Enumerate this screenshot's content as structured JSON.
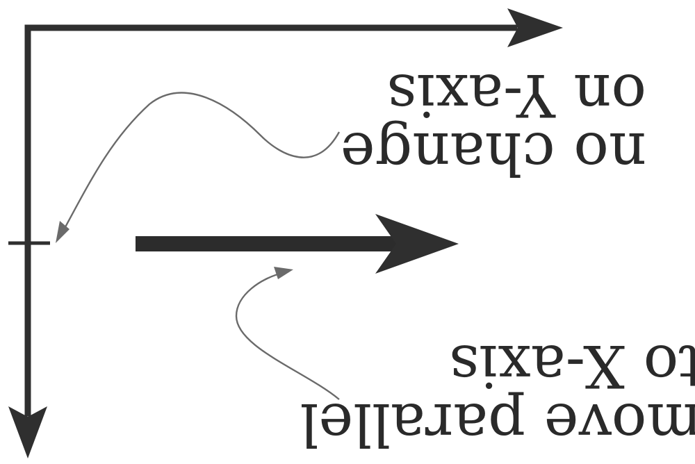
{
  "diagram": {
    "orientation": "rotated-180",
    "labels": {
      "no_change_line1": "no change",
      "no_change_line2": "on Y-axis",
      "move_line1": "move parallel",
      "move_line2": "to X-axis"
    },
    "colors": {
      "ink": "#2f2f2f",
      "pointer": "#6a6a6a",
      "background": "#ffffff"
    },
    "icons": {
      "x_axis": "arrow-right-icon",
      "y_axis": "arrow-down-icon",
      "movement": "thick-arrow-right-icon"
    }
  }
}
